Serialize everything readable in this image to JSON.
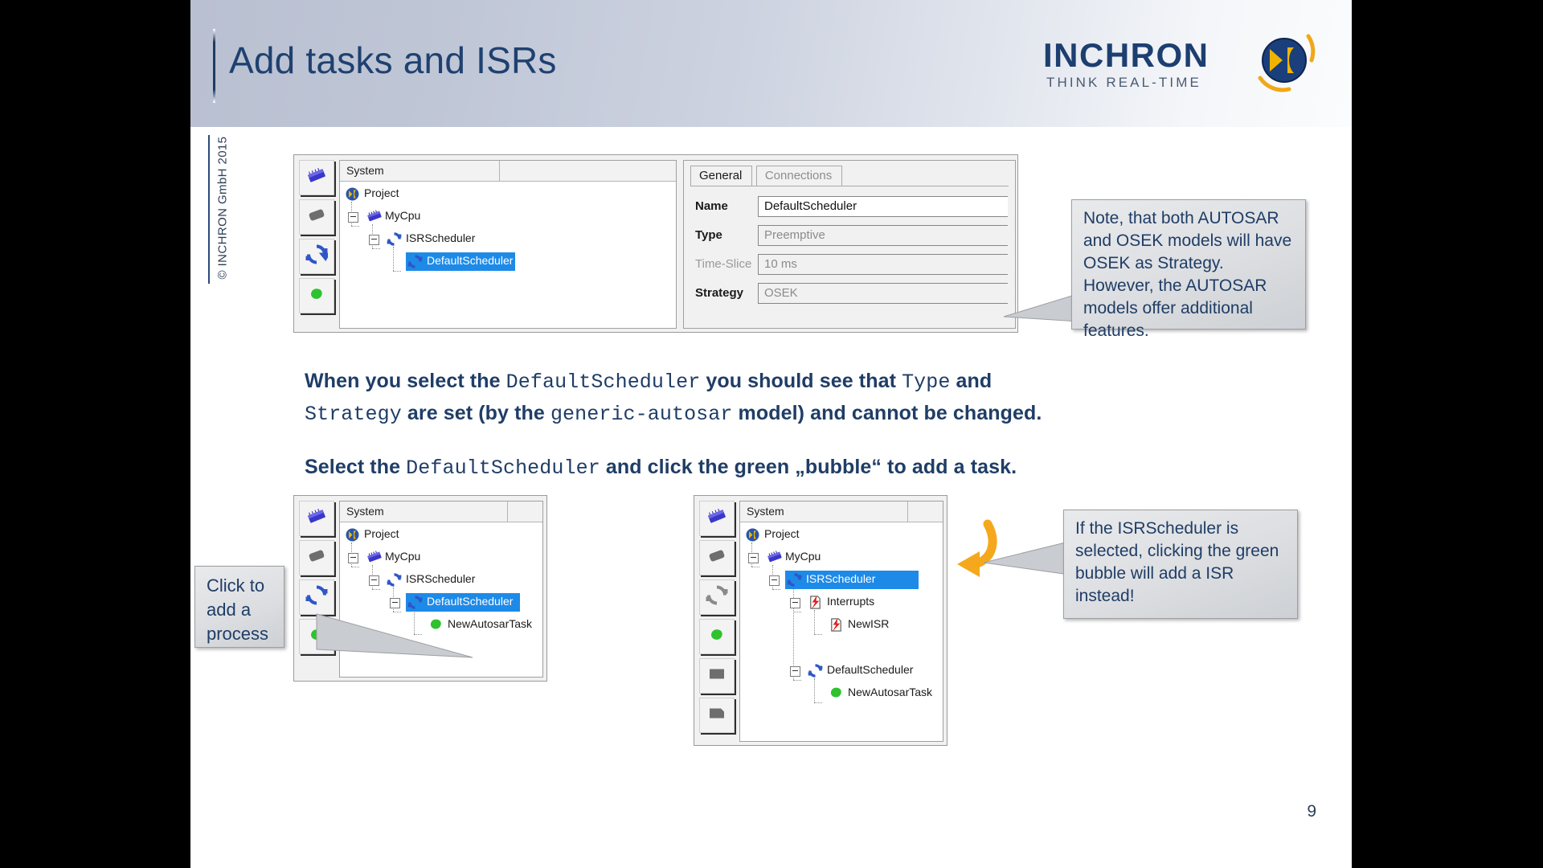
{
  "slide": {
    "title": "Add tasks and ISRs",
    "page_number": "9",
    "copyright": "© INCHRON GmbH 2015"
  },
  "logo": {
    "wordmark": "INCHRON",
    "tagline": "THINK REAL-TIME",
    "colors": {
      "navy": "#1d3f70",
      "gold": "#f0a818",
      "mark_blue": "#1b3f7a"
    }
  },
  "body": {
    "paragraph1": {
      "line1": [
        {
          "t": "When you select the ",
          "m": false
        },
        {
          "t": "DefaultScheduler",
          "m": true
        },
        {
          "t": " you should see that ",
          "m": false
        },
        {
          "t": "Type",
          "m": true
        },
        {
          "t": " and",
          "m": false
        }
      ],
      "line2": [
        {
          "t": "Strategy",
          "m": true
        },
        {
          "t": " are set (by the ",
          "m": false
        },
        {
          "t": "generic-autosar",
          "m": true
        },
        {
          "t": " model) and cannot be changed.",
          "m": false
        }
      ]
    },
    "paragraph2": {
      "line1": [
        {
          "t": "Select the ",
          "m": false
        },
        {
          "t": "DefaultScheduler",
          "m": true
        },
        {
          "t": " and click the green „bubble“ to add a task.",
          "m": false
        }
      ]
    }
  },
  "screenshot_top": {
    "toolbar": [
      {
        "icon": "cpu-chip-icon",
        "state": "enabled"
      },
      {
        "icon": "memory-block-icon",
        "state": "enabled"
      },
      {
        "icon": "scheduler-refresh-icon",
        "state": "enabled"
      },
      {
        "icon": "green-bubble-process-icon",
        "state": "enabled"
      }
    ],
    "tree": {
      "column_header": "System",
      "nodes": [
        {
          "label": "Project",
          "icon": "project-icon",
          "depth": 0,
          "expander": false,
          "selected": false
        },
        {
          "label": "MyCpu",
          "icon": "cpu-chip-icon",
          "depth": 1,
          "expander": true,
          "selected": false
        },
        {
          "label": "ISRScheduler",
          "icon": "scheduler-icon",
          "depth": 2,
          "expander": true,
          "selected": false
        },
        {
          "label": "DefaultScheduler",
          "icon": "scheduler-icon",
          "depth": 3,
          "expander": false,
          "selected": true
        }
      ]
    },
    "properties": {
      "tabs": [
        {
          "label": "General",
          "active": true
        },
        {
          "label": "Connections",
          "active": false
        }
      ],
      "fields": [
        {
          "label": "Name",
          "value": "DefaultScheduler",
          "readonly": false,
          "label_dim": false
        },
        {
          "label": "Type",
          "value": "Preemptive",
          "readonly": true,
          "label_dim": false
        },
        {
          "label": "Time-Slice",
          "value": "10 ms",
          "readonly": true,
          "label_dim": true
        },
        {
          "label": "Strategy",
          "value": "OSEK",
          "readonly": true,
          "label_dim": false
        }
      ]
    }
  },
  "screenshot_bottom_left": {
    "toolbar": [
      {
        "icon": "cpu-chip-icon",
        "state": "enabled"
      },
      {
        "icon": "memory-block-icon",
        "state": "enabled"
      },
      {
        "icon": "scheduler-refresh-icon",
        "state": "enabled"
      },
      {
        "icon": "green-bubble-process-icon",
        "state": "enabled"
      }
    ],
    "tree": {
      "column_header": "System",
      "nodes": [
        {
          "label": "Project",
          "icon": "project-icon",
          "depth": 0,
          "expander": false,
          "selected": false
        },
        {
          "label": "MyCpu",
          "icon": "cpu-chip-icon",
          "depth": 1,
          "expander": true,
          "selected": false
        },
        {
          "label": "ISRScheduler",
          "icon": "scheduler-icon",
          "depth": 2,
          "expander": true,
          "selected": false
        },
        {
          "label": "DefaultScheduler",
          "icon": "scheduler-icon",
          "depth": 3,
          "expander": true,
          "selected": true
        },
        {
          "label": "NewAutosarTask",
          "icon": "green-bubble-process-icon",
          "depth": 4,
          "expander": false,
          "selected": false
        }
      ]
    }
  },
  "screenshot_bottom_right": {
    "toolbar": [
      {
        "icon": "cpu-chip-icon",
        "state": "enabled"
      },
      {
        "icon": "memory-block-icon",
        "state": "enabled"
      },
      {
        "icon": "scheduler-refresh-icon",
        "state": "disabled"
      },
      {
        "icon": "green-bubble-process-icon",
        "state": "enabled"
      },
      {
        "icon": "gray-square-icon",
        "state": "enabled"
      },
      {
        "icon": "gray-rect-icon",
        "state": "enabled"
      }
    ],
    "tree": {
      "column_header": "System",
      "nodes": [
        {
          "label": "Project",
          "icon": "project-icon",
          "depth": 0,
          "expander": false,
          "selected": false
        },
        {
          "label": "MyCpu",
          "icon": "cpu-chip-icon",
          "depth": 1,
          "expander": true,
          "selected": false
        },
        {
          "label": "ISRScheduler",
          "icon": "scheduler-icon",
          "depth": 2,
          "expander": true,
          "selected": true
        },
        {
          "label": "Interrupts",
          "icon": "interrupt-icon",
          "depth": 3,
          "expander": true,
          "selected": false
        },
        {
          "label": "NewISR",
          "icon": "interrupt-icon",
          "depth": 4,
          "expander": false,
          "selected": false
        },
        {
          "label": "DefaultScheduler",
          "icon": "scheduler-icon",
          "depth": 3,
          "expander": true,
          "selected": false
        },
        {
          "label": "NewAutosarTask",
          "icon": "green-bubble-process-icon",
          "depth": 4,
          "expander": false,
          "selected": false
        }
      ]
    }
  },
  "callouts": {
    "note_autosar": "Note, that both AUTOSAR and OSEK models will have OSEK as Strategy.  However, the AUTOSAR models offer additional features.",
    "click_to_add": "Click to add a process",
    "isr_instead": "If the ISRScheduler is selected, clicking the green bubble will add a ISR instead!"
  }
}
